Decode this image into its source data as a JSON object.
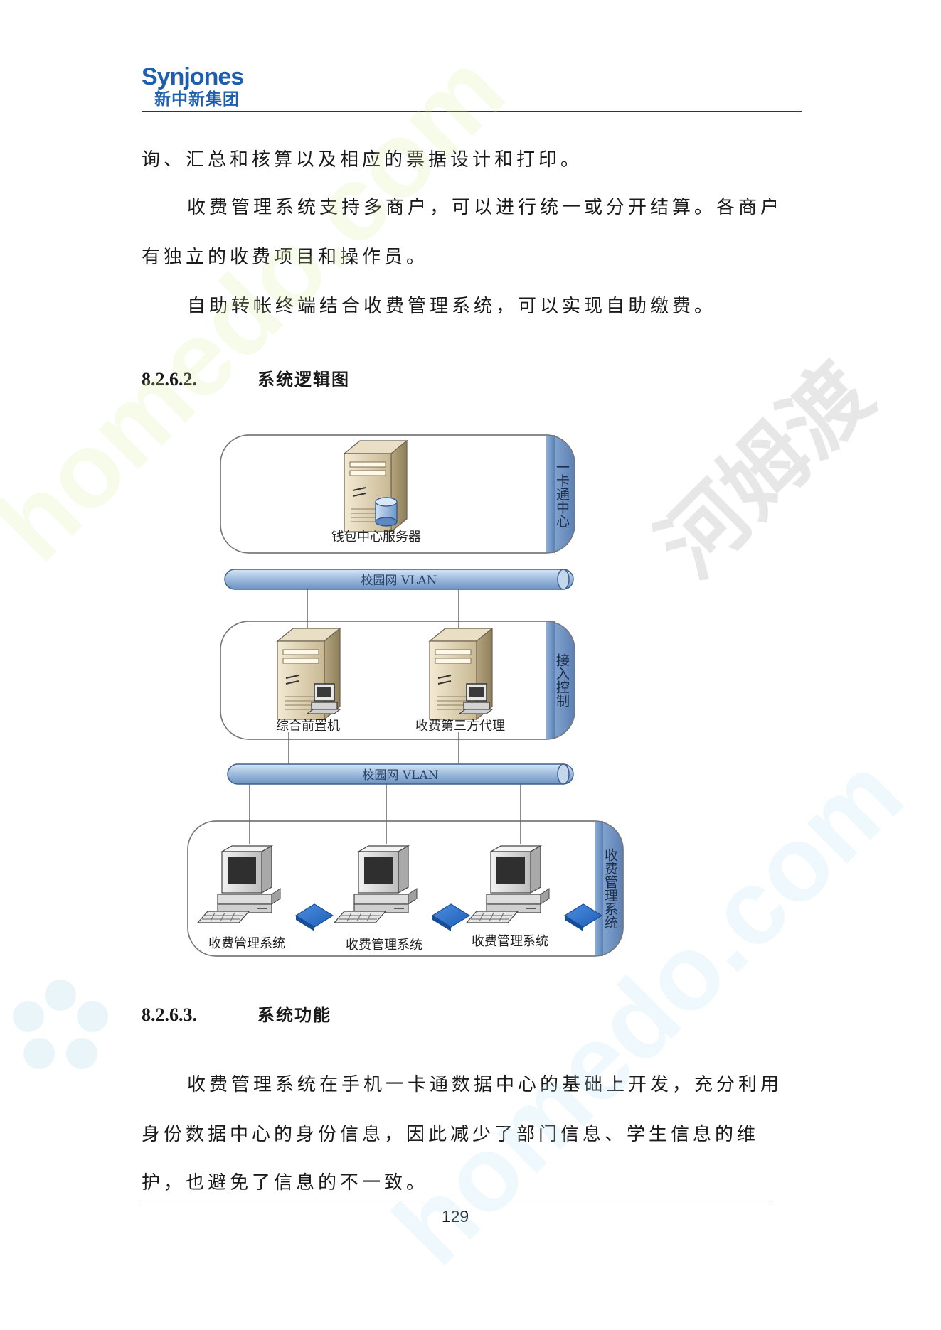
{
  "header": {
    "logo_en": "Synjones",
    "logo_cn": "新中新集团"
  },
  "paragraphs": [
    "询、汇总和核算以及相应的票据设计和打印。",
    "收费管理系统支持多商户，可以进行统一或分开结算。各商户",
    "有独立的收费项目和操作员。",
    "自助转帐终端结合收费管理系统，可以实现自助缴费。"
  ],
  "section1": {
    "number": "8.2.6.2.",
    "title": "系统逻辑图"
  },
  "diagram": {
    "zone_center": "一卡通中心",
    "zone_access": "接入控制",
    "zone_billing": "收费管理系统",
    "server_label": "钱包中心服务器",
    "vlan1": "校园网 VLAN",
    "vlan2": "校园网 VLAN",
    "front_label": "综合前置机",
    "proxy_label": "收费第三方代理",
    "client1": "收费管理系统",
    "client2": "收费管理系统",
    "client3": "收费管理系统",
    "colors": {
      "band": "#6b8fc2",
      "pipe": "#9cbadc"
    }
  },
  "section2": {
    "number": "8.2.6.3.",
    "title": "系统功能"
  },
  "paragraphs2": [
    "收费管理系统在手机一卡通数据中心的基础上开发，充分利用",
    "身份数据中心的身份信息，因此减少了部门信息、学生信息的维",
    "护，也避免了信息的不一致。"
  ],
  "footer": {
    "page": "129"
  },
  "watermark": {
    "en": "homedo.com",
    "cn": "河姆渡"
  }
}
